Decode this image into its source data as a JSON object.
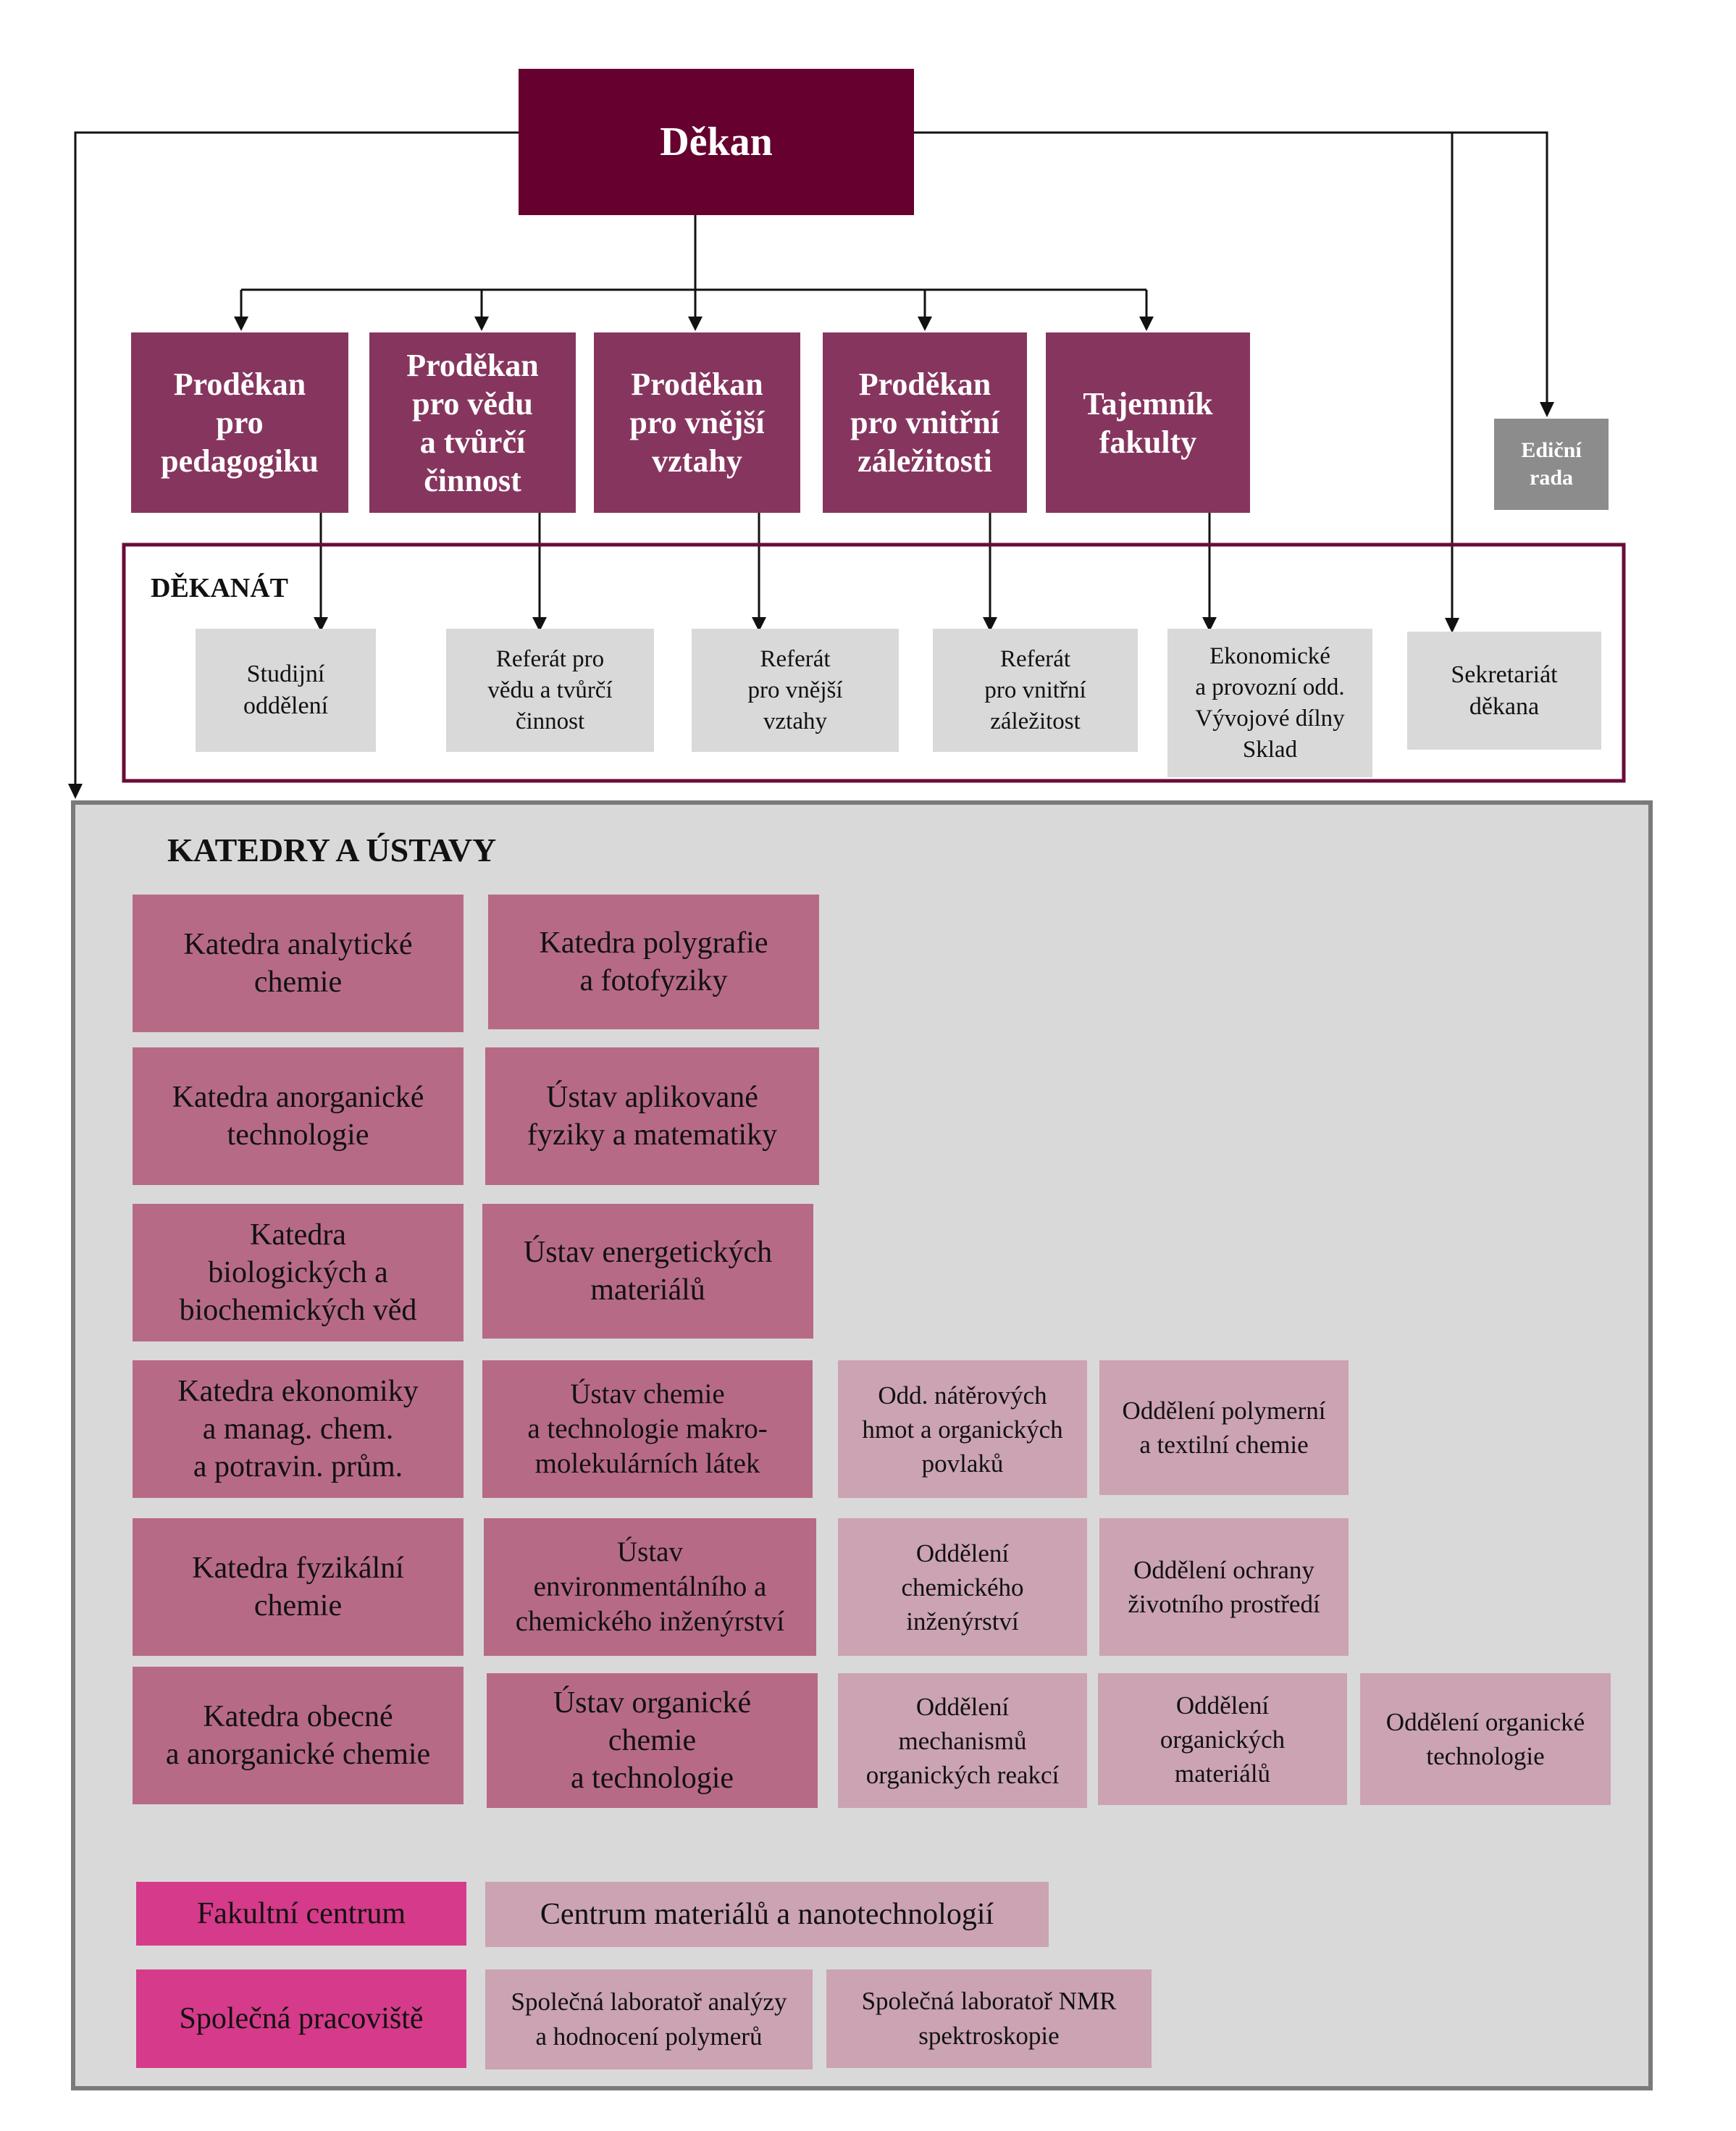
{
  "dean": "Děkan",
  "vice_deans": [
    "Proděkan\npro\npedagogiku",
    "Proděkan\npro vědu\na tvůrčí\nčinnost",
    "Proděkan\npro vnější\nvztahy",
    "Proděkan\npro vnitřní\nzáležitosti",
    "Tajemník\nfakulty"
  ],
  "edicni_rada": "Ediční\nrada",
  "dekanat": {
    "title": "DĚKANÁT",
    "offices": [
      "Studijní\noddělení",
      "Referát pro\nvědu a tvůrčí\nčinnost",
      "Referát\npro vnější\nvztahy",
      "Referát\npro vnitřní\nzáležitost",
      "Ekonomické\na provozní odd.\nVývojové dílny\nSklad",
      "Sekretariát\nděkana"
    ]
  },
  "katedry": {
    "title": "KATEDRY A ÚSTAVY",
    "left": [
      "Katedra analytické\nchemie",
      "Katedra anorganické\ntechnologie",
      "Katedra\nbiologických a\nbiochemických věd",
      "Katedra ekonomiky\na manag. chem.\na potravin. prům.",
      "Katedra fyzikální\nchemie",
      "Katedra obecné\na anorganické chemie"
    ],
    "middle": [
      "Katedra polygrafie\na fotofyziky",
      "Ústav aplikované\nfyziky a matematiky",
      "Ústav energetických\nmateriálů",
      "Ústav chemie\na technologie makro-\nmolekulárních látek",
      "Ústav\nenvironmentálního a\nchemického inženýrství",
      "Ústav organické\nchemie\na technologie"
    ],
    "sub_macro": [
      "Odd. nátěrových\nhmot a organických\npovlaků",
      "Oddělení polymerní\na textilní chemie"
    ],
    "sub_env": [
      "Oddělení\nchemického\ninženýrství",
      "Oddělení ochrany\nživotního prostředí"
    ],
    "sub_org": [
      "Oddělení\nmechanismů\norganických reakcí",
      "Oddělení\norganických\nmateriálů",
      "Oddělení organické\ntechnologie"
    ]
  },
  "fakultni_centrum": {
    "label": "Fakultní centrum",
    "items": [
      "Centrum materiálů a nanotechnologií"
    ]
  },
  "spolecna_pracoviste": {
    "label": "Společná pracoviště",
    "items": [
      "Společná laboratoř analýzy\na hodnocení polymerů",
      "Společná laboratoř NMR\nspektroskopie"
    ]
  }
}
